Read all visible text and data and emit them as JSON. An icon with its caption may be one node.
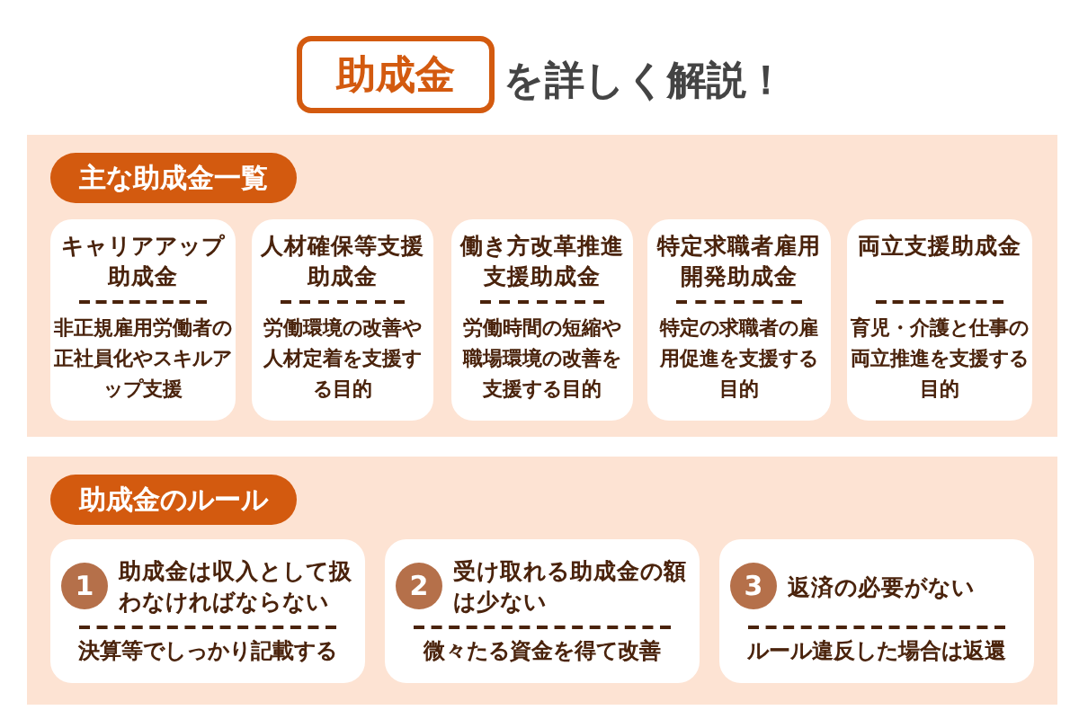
{
  "diagram": {
    "nodes": [
      {
        "text": [
          "助成金"
        ]
      },
      {
        "text": [
          "主な助成金一覧"
        ]
      },
      {
        "text": [
          "キャリアアップ助成金",
          "非正規雇用労働者の正社員化やスキルアップ支援"
        ],
        "in": 1
      },
      {
        "text": [
          "人材確保等支援助成金",
          "労働環境の改善や人材定着を支援する目的"
        ],
        "in": 1
      },
      {
        "text": [
          "働き方改革推進支援助成金",
          "労働時間の短縮や職場環境の改善を支援する目的"
        ],
        "in": 1
      },
      {
        "text": [
          "特定求職者雇用開発助成金",
          "特定の求職者の雇用促進を支援する目的"
        ],
        "in": 1
      },
      {
        "text": [
          "両立支援助成金",
          "育児・介護と仕事の両立推進を支援する目的"
        ],
        "in": 1
      },
      {
        "text": [
          "助成金のルール"
        ]
      },
      {
        "text": [
          "助成金は収入として扱わなければならない",
          "決算等でしっかり記載する"
        ],
        "in": 7
      },
      {
        "text": [
          "1"
        ],
        "in": 8
      },
      {
        "text": [
          "受け取れる助成金の額は少ない",
          "微々たる資金を得て改善"
        ],
        "in": 7
      },
      {
        "text": [
          "2"
        ],
        "in": 10
      },
      {
        "text": [
          "返済の必要がない",
          "ルール違反した場合は返還"
        ],
        "in": 7
      },
      {
        "text": [
          "3"
        ],
        "in": 12
      }
    ],
    "labels": [
      "を詳しく解説！"
    ]
  }
}
